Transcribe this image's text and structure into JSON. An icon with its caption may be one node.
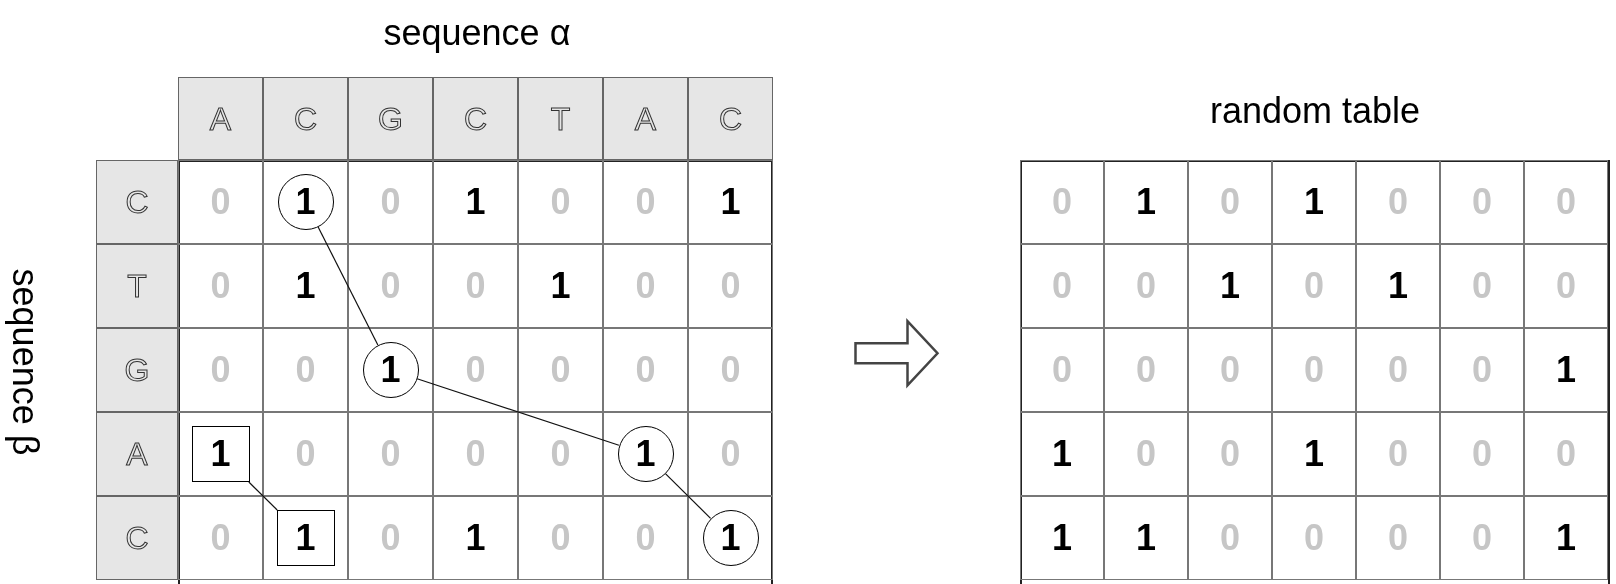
{
  "diagram": {
    "nodes": [
      {
        "text": [],
        "shape": "box"
      },
      {
        "text": [
          "random table"
        ]
      },
      {
        "text": [
          "1"
        ],
        "in": 0
      },
      {
        "text": [
          "1"
        ],
        "in": 0
      },
      {
        "text": [
          "1"
        ],
        "in": 0
      },
      {
        "text": [
          "1"
        ],
        "in": 0
      },
      {
        "text": [
          "1"
        ],
        "in": 0
      },
      {
        "text": [
          "1"
        ],
        "in": 0
      }
    ],
    "edges": [
      {
        "from": 0,
        "to": 1,
        "arrow": "to"
      },
      {
        "from": 2,
        "to": 3,
        "arrow": "none"
      },
      {
        "from": 3,
        "to": 4,
        "arrow": "none"
      },
      {
        "from": 4,
        "to": 5,
        "arrow": "none"
      },
      {
        "from": 6,
        "to": 7,
        "arrow": "none"
      }
    ],
    "labels": [
      "sequence α",
      "A",
      "C",
      "G",
      "C",
      "T",
      "A",
      "C",
      "sequence β",
      "C",
      "0",
      "0",
      "1",
      "0",
      "0",
      "1",
      "T",
      "0",
      "1",
      "0",
      "0",
      "1",
      "0",
      "0",
      "G",
      "0",
      "0",
      "0",
      "0",
      "0",
      "0",
      "A",
      "0",
      "0",
      "0",
      "0",
      "0",
      "C",
      "0",
      "0",
      "1",
      "0",
      "0",
      "0",
      "1",
      "0",
      "1",
      "0",
      "0",
      "0",
      "0",
      "0",
      "1",
      "0",
      "1",
      "0",
      "0",
      "0",
      "0",
      "0",
      "0",
      "0",
      "0",
      "1",
      "1",
      "0",
      "0",
      "1",
      "0",
      "0",
      "0",
      "1",
      "1",
      "0",
      "0",
      "0",
      "0",
      "1"
    ]
  }
}
